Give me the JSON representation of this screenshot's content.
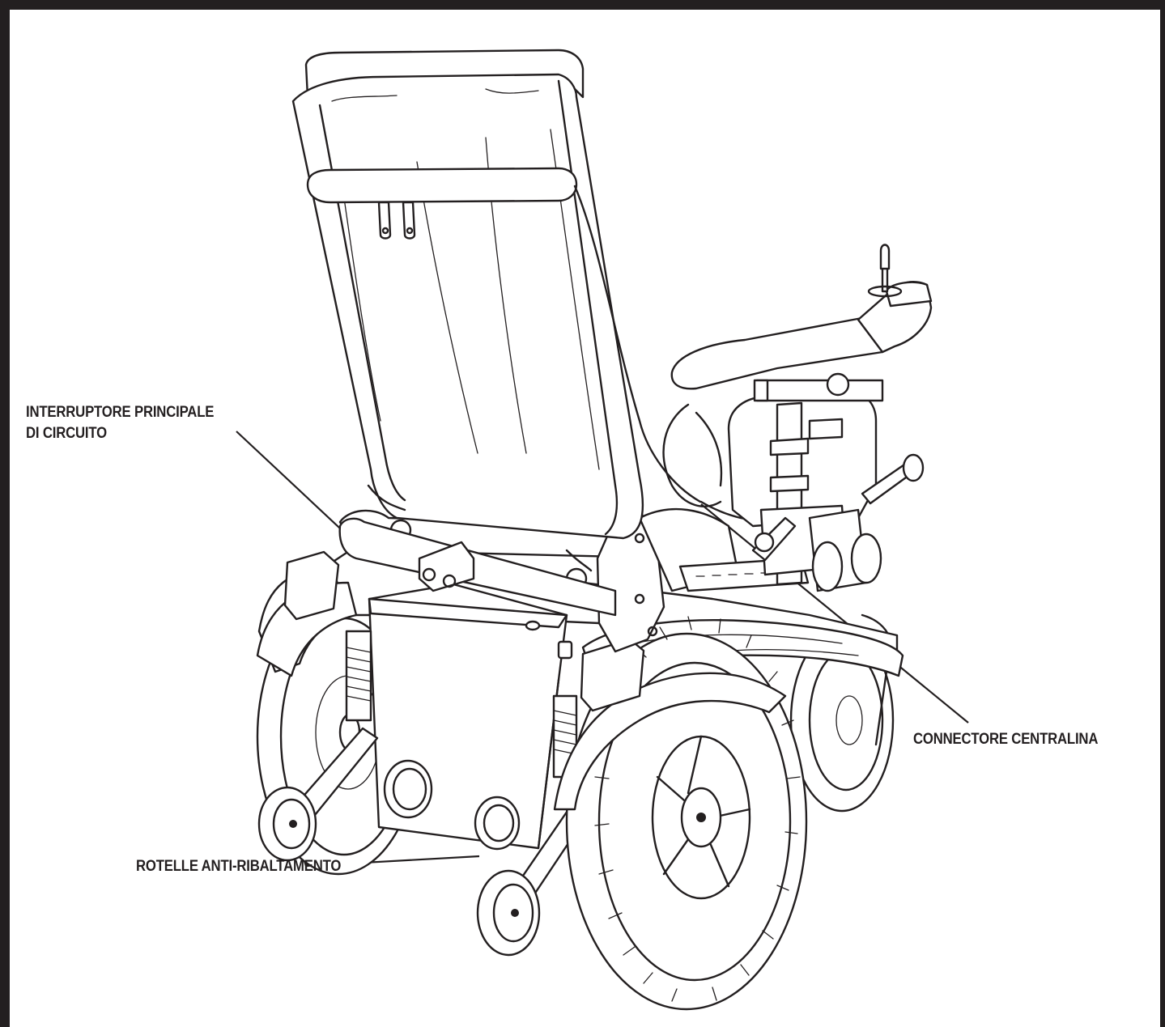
{
  "figure": {
    "labels": {
      "main_breaker_line1": "INTERRUPTORE PRINCIPALE",
      "main_breaker_line2": "DI CIRCUITO",
      "controller_connector": "CONNECTORE CENTRALINA",
      "anti_tip_wheels": "ROTELLE ANTI-RIBALTAMENTO"
    },
    "colors": {
      "ink": "#231f20",
      "background": "#ffffff"
    }
  }
}
